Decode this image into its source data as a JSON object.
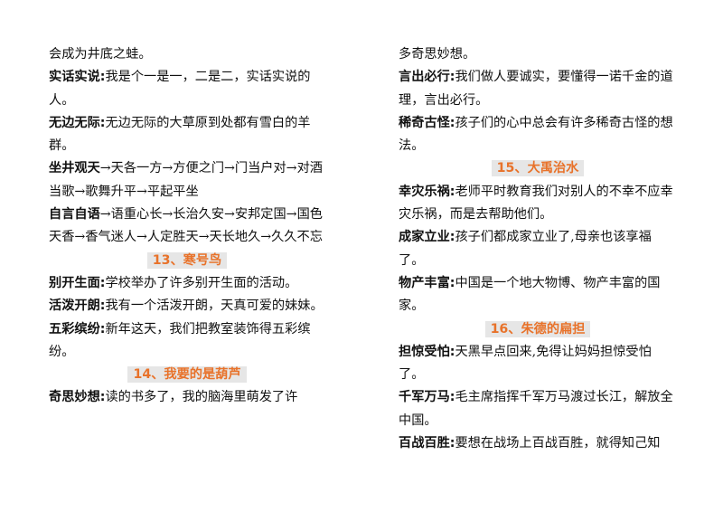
{
  "accent_color": "#e8722a",
  "section_bg": "#e6e6e6",
  "left": [
    {
      "type": "text",
      "text": "会成为井底之蛙。"
    },
    {
      "type": "entry",
      "term": "实话实说:",
      "text": "我是个一是一，二是二，实话实说的人。"
    },
    {
      "type": "entry",
      "term": "无边无际:",
      "text": "无边无际的大草原到处都有雪白的羊群。"
    },
    {
      "type": "entry",
      "term": "坐井观天",
      "text": "→天各一方→方便之门→门当户对→对酒当歌→歌舞升平→平起平坐"
    },
    {
      "type": "entry",
      "term": "自言自语",
      "text": "→语重心长→长治久安→安邦定国→国色天香→香气迷人→人定胜天→天长地久→久久不忘"
    },
    {
      "type": "section",
      "text": "13、寒号鸟"
    },
    {
      "type": "entry",
      "term": "别开生面:",
      "text": "学校举办了许多别开生面的活动。"
    },
    {
      "type": "entry",
      "term": "活泼开朗:",
      "text": "我有一个活泼开朗，天真可爱的妹妹。"
    },
    {
      "type": "entry",
      "term": "五彩缤纷:",
      "text": "新年这天，我们把教室装饰得五彩缤纷。"
    },
    {
      "type": "section",
      "text": "14、我要的是葫芦"
    },
    {
      "type": "entry",
      "term": "奇思妙想:",
      "text": "读的书多了，我的脑海里萌发了许"
    }
  ],
  "right": [
    {
      "type": "text",
      "text": "多奇思妙想。"
    },
    {
      "type": "entry",
      "term": "言出必行:",
      "text": "我们做人要诚实，要懂得一诺千金的道理，言出必行。"
    },
    {
      "type": "entry",
      "term": "稀奇古怪:",
      "text": "孩子们的心中总会有许多稀奇古怪的想法。"
    },
    {
      "type": "section",
      "text": "15、大禹治水"
    },
    {
      "type": "entry",
      "term": "幸灾乐祸:",
      "text": "老师平时教育我们对别人的不幸不应幸灾乐祸，而是去帮助他们。"
    },
    {
      "type": "entry",
      "term": "成家立业:",
      "text": "孩子们都成家立业了,母亲也该享福了。"
    },
    {
      "type": "entry",
      "term": "物产丰富:",
      "text": "中国是一个地大物博、物产丰富的国家。"
    },
    {
      "type": "section",
      "text": "16、朱德的扁担"
    },
    {
      "type": "entry",
      "term": "担惊受怕:",
      "text": "天黑早点回来,免得让妈妈担惊受怕了。"
    },
    {
      "type": "entry",
      "term": "千军万马:",
      "text": "毛主席指挥千军万马渡过长江，解放全中国。"
    },
    {
      "type": "entry",
      "term": "百战百胜:",
      "text": "要想在战场上百战百胜，就得知己知"
    }
  ]
}
